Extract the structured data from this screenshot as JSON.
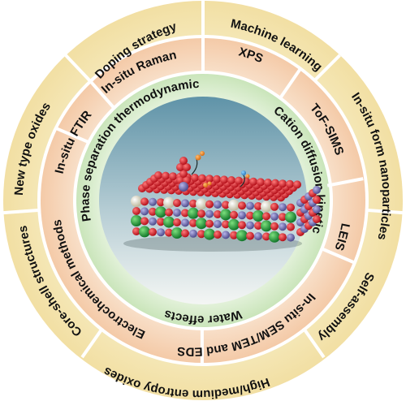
{
  "outer_ring": {
    "doping": "Doping strategy",
    "machine": "Machine learning",
    "new_type": "New type oxides",
    "in_situ_form": "In-situ form nanoparticles",
    "core_shell": "Core-shell structures",
    "self_assembly": "Self-assembly",
    "high_entropy": "High/medium entropy oxides"
  },
  "middle_ring": {
    "raman": "In-situ Raman",
    "xps": "XPS",
    "ftir": "In-situ FTIR",
    "tof_sims": "ToF-SIMS",
    "leis": "LEIS",
    "electrochemical": "Electrochemical methods",
    "sem_tem": "In-situ SEM/TEM and EDS"
  },
  "inner_ring": {
    "phase": "Phase separation thermodynamic",
    "cation": "Cation diffusion kinetic",
    "water": "Water effects"
  },
  "colors": {
    "outer_ring": "#f6ecc2",
    "middle_ring": "#f8dcc4",
    "inner_ring": "#ddefd2",
    "core_top": "#6f9fb2",
    "core_bottom": "#f2f4f2",
    "oxygen": "#d8161f",
    "cation_a": "#1f9a35",
    "cation_b": "#7a78b5",
    "cation_c": "#e6e2cc"
  }
}
